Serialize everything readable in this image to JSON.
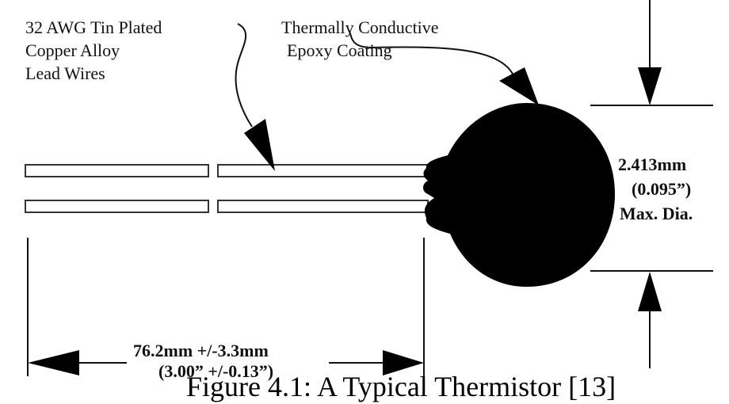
{
  "labels": {
    "lead_wires": [
      "32 AWG Tin Plated",
      "Copper Alloy",
      "Lead Wires"
    ],
    "coating": [
      "Thermally Conductive",
      "Epoxy Coating"
    ],
    "diameter": [
      "2.413mm",
      "(0.095”)",
      "Max. Dia."
    ],
    "length": [
      "76.2mm +/-3.3mm",
      "(3.00” +/-0.13”)"
    ]
  },
  "caption": "Figure 4.1: A Typical Thermistor [13]",
  "colors": {
    "ink": "#111111",
    "background": "#ffffff"
  }
}
